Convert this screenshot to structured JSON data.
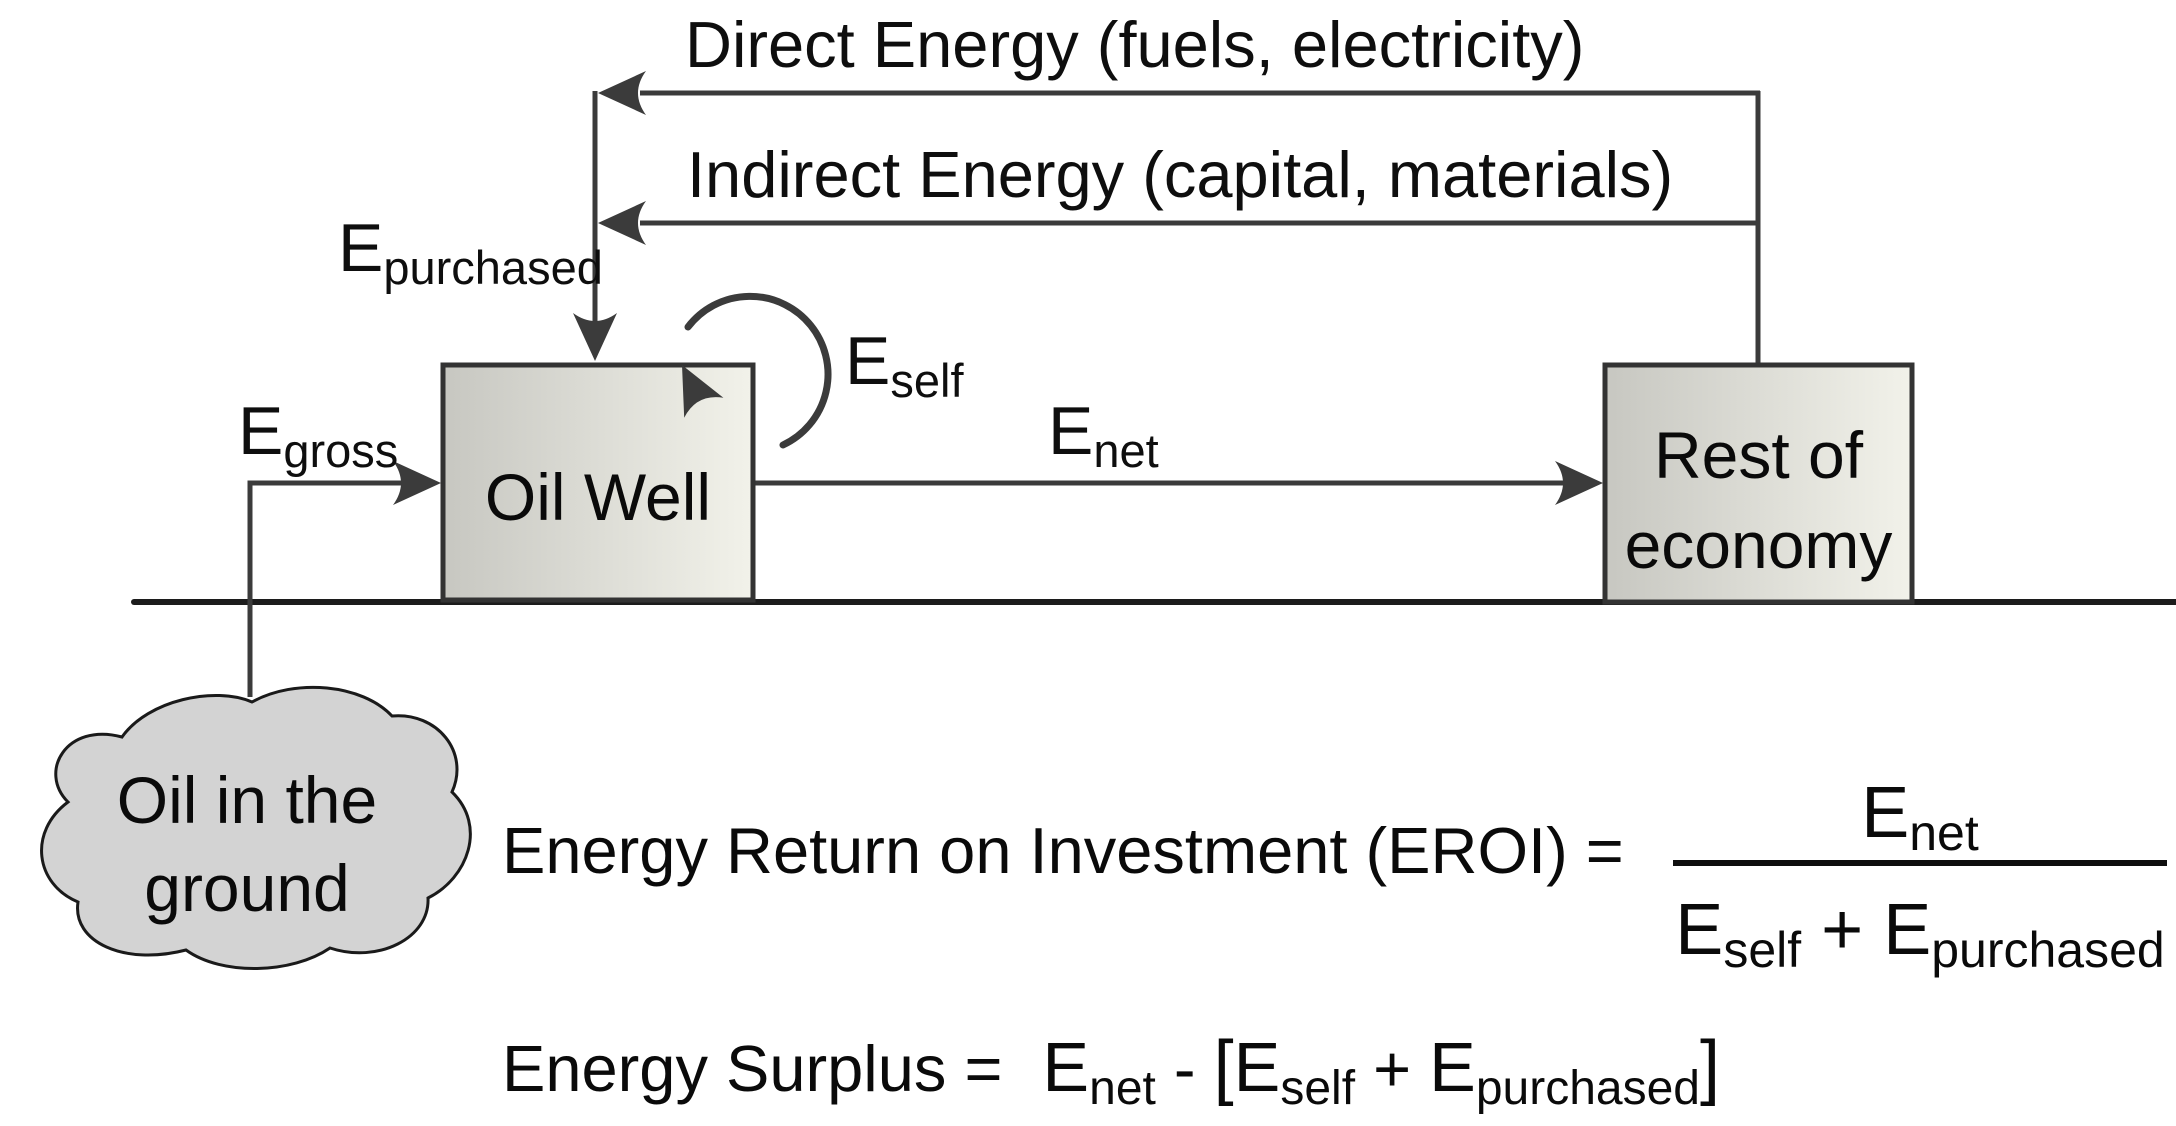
{
  "diagram": {
    "direct_energy_label": "Direct Energy (fuels, electricity)",
    "indirect_energy_label": "Indirect Energy (capital, materials)",
    "e_purchased": {
      "main": "E",
      "sub": "purchased"
    },
    "e_self": {
      "main": "E",
      "sub": "self"
    },
    "e_gross": {
      "main": "E",
      "sub": "gross"
    },
    "e_net": {
      "main": "E",
      "sub": "net"
    },
    "oil_well_label": "Oil Well",
    "rest_of_economy": {
      "line1": "Rest of",
      "line2": "economy"
    },
    "oil_in_ground": {
      "line1": "Oil in the",
      "line2": "ground"
    }
  },
  "formulas": {
    "eroi_lhs": "Energy Return on Investment (EROI) =",
    "numerator": {
      "main": "E",
      "sub": "net"
    },
    "denominator": {
      "e1": "E",
      "s1": "self",
      "op": " + ",
      "e2": "E",
      "s2": "purchased"
    },
    "surplus": {
      "lhs": "Energy Surplus =",
      "e1": "E",
      "s1": "net",
      "op1": " - ",
      "lbracket": "[",
      "e2": "E",
      "s2": "self",
      "op2": " + ",
      "e3": "E",
      "s3": "purchased",
      "rbracket": "]"
    }
  },
  "colors": {
    "line": "#3b3b3b",
    "ground_line": "#1c1c1c",
    "box_border": "#333333",
    "box_fill_left": "#c7c7c1",
    "box_fill_right": "#f2f2ea",
    "cloud_fill": "#d3d3d3",
    "text": "#0e0e0e"
  }
}
